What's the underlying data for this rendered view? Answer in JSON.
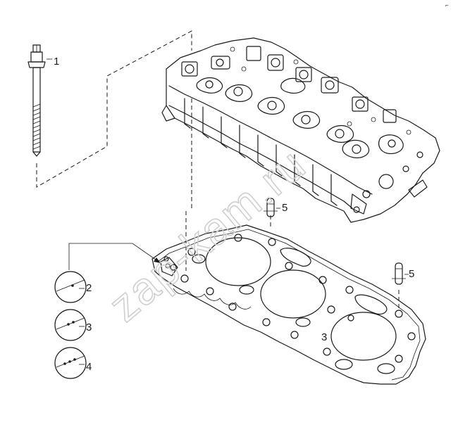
{
  "watermark": "zap-kam.ru",
  "corner_mark": "⌐",
  "gasket_mark": "3",
  "callouts": {
    "bolt": "1",
    "gasket_variant_a": "2",
    "gasket_variant_b": "3",
    "gasket_variant_c": "4",
    "dowel_left": "5",
    "dowel_right": "5"
  }
}
